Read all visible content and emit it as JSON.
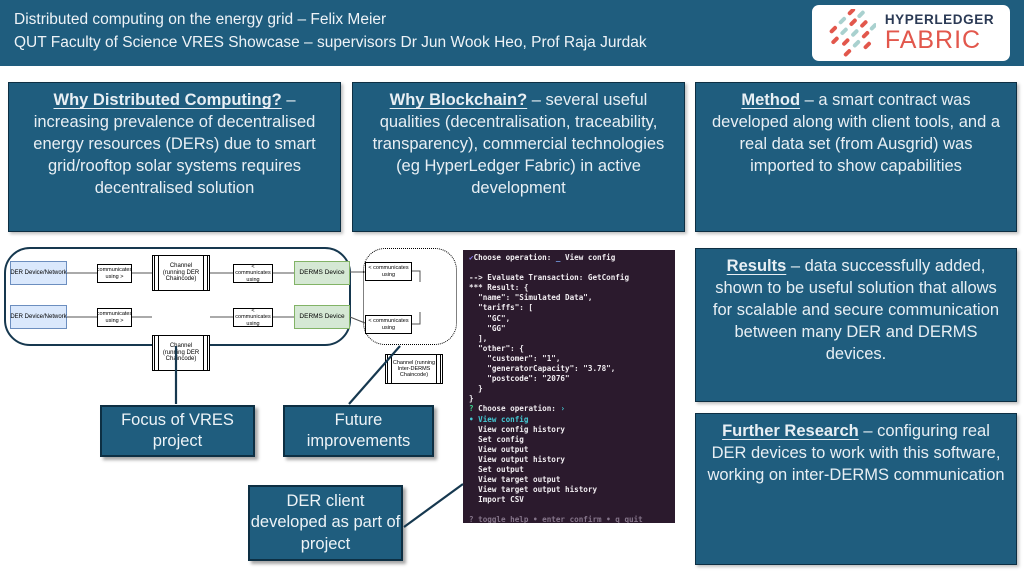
{
  "header": {
    "title_line1": "Distributed computing on the energy grid – Felix Meier",
    "title_line2": "QUT Faculty of Science VRES Showcase – supervisors Dr Jun Wook Heo, Prof Raja Jurdak",
    "logo": {
      "top": "HYPERLEDGER",
      "bottom": "FABRIC"
    }
  },
  "colors": {
    "teal_fill": "#1f5d7e",
    "teal_border": "#0d2f43",
    "terminal_bg": "#2b1a2d",
    "logo_red": "#e2574c",
    "logo_navy": "#2b3a55",
    "logo_weave_teal": "#a9d1cf",
    "der_node_fill": "#dae8fc",
    "derms_node_fill": "#d5e8d4"
  },
  "cards": {
    "why_dc": {
      "heading": "Why Distributed Computing?",
      "body": " – increasing prevalence of decentralised energy resources (DERs) due to smart grid/rooftop solar systems requires decentralised solution"
    },
    "why_bc": {
      "heading": "Why Blockchain?",
      "body": " – several useful qualities (decentralisation, traceability, transparency), commercial technologies (eg HyperLedger Fabric) in active development"
    },
    "method": {
      "heading": "Method",
      "body": " – a smart contract was developed along with client tools, and a real data set (from Ausgrid) was imported to show capabilities"
    },
    "results": {
      "heading": "Results",
      "body": " – data successfully added, shown to be useful solution that allows for scalable and secure communication between many DER and DERMS devices."
    },
    "further": {
      "heading": "Further Research",
      "body": " – configuring real DER devices to work with this software, working on inter-DERMS communication"
    }
  },
  "labels": {
    "focus": "Focus of VRES project",
    "future": "Future improvements",
    "der_client": "DER client developed as part of project"
  },
  "diagram": {
    "device": "DER Device/Network",
    "comm_right": "communicates using >",
    "channel_der": "Channel (running DER Chaincode)",
    "comm_left": "< communicates using",
    "derms": "DERMS Device",
    "channel_inter": "Channel (running Inter-DERMS Chaincode)"
  },
  "terminal": {
    "lines": [
      {
        "segs": [
          {
            "t": "✔",
            "c": "purple"
          },
          {
            "t": "Choose operation: ",
            "c": "w"
          },
          {
            "t": "_",
            "c": "blue"
          },
          {
            "t": " View config",
            "c": "w"
          }
        ]
      },
      {
        "segs": []
      },
      {
        "segs": [
          {
            "t": "--> Evaluate Transaction: GetConfig",
            "c": "w"
          }
        ]
      },
      {
        "segs": [
          {
            "t": "*** Result: {",
            "c": "w"
          }
        ]
      },
      {
        "segs": [
          {
            "t": "  \"name\": \"Simulated Data\",",
            "c": "w"
          }
        ]
      },
      {
        "segs": [
          {
            "t": "  \"tariffs\": [",
            "c": "w"
          }
        ]
      },
      {
        "segs": [
          {
            "t": "    \"GC\",",
            "c": "w"
          }
        ]
      },
      {
        "segs": [
          {
            "t": "    \"GG\"",
            "c": "w"
          }
        ]
      },
      {
        "segs": [
          {
            "t": "  ],",
            "c": "w"
          }
        ]
      },
      {
        "segs": [
          {
            "t": "  \"other\": {",
            "c": "w"
          }
        ]
      },
      {
        "segs": [
          {
            "t": "    \"customer\": \"1\",",
            "c": "w"
          }
        ]
      },
      {
        "segs": [
          {
            "t": "    \"generatorCapacity\": \"3.78\",",
            "c": "w"
          }
        ]
      },
      {
        "segs": [
          {
            "t": "    \"postcode\": \"2076\"",
            "c": "w"
          }
        ]
      },
      {
        "segs": [
          {
            "t": "  }",
            "c": "w"
          }
        ]
      },
      {
        "segs": [
          {
            "t": "}",
            "c": "w"
          }
        ]
      },
      {
        "segs": [
          {
            "t": "?",
            "c": "green"
          },
          {
            "t": " Choose operation: ",
            "c": "w"
          },
          {
            "t": "›",
            "c": "cyan"
          }
        ]
      },
      {
        "segs": [
          {
            "t": "• View config",
            "c": "cyan"
          }
        ]
      },
      {
        "segs": [
          {
            "t": "  View config history",
            "c": "w"
          }
        ]
      },
      {
        "segs": [
          {
            "t": "  Set config",
            "c": "w"
          }
        ]
      },
      {
        "segs": [
          {
            "t": "  View output",
            "c": "w"
          }
        ]
      },
      {
        "segs": [
          {
            "t": "  View output history",
            "c": "w"
          }
        ]
      },
      {
        "segs": [
          {
            "t": "  Set output",
            "c": "w"
          }
        ]
      },
      {
        "segs": [
          {
            "t": "  View target output",
            "c": "w"
          }
        ]
      },
      {
        "segs": [
          {
            "t": "  View target output history",
            "c": "w"
          }
        ]
      },
      {
        "segs": [
          {
            "t": "  Import CSV",
            "c": "w"
          }
        ]
      },
      {
        "segs": []
      },
      {
        "segs": [
          {
            "t": "? toggle help • enter confirm • q quit",
            "c": "dim"
          }
        ]
      }
    ]
  }
}
